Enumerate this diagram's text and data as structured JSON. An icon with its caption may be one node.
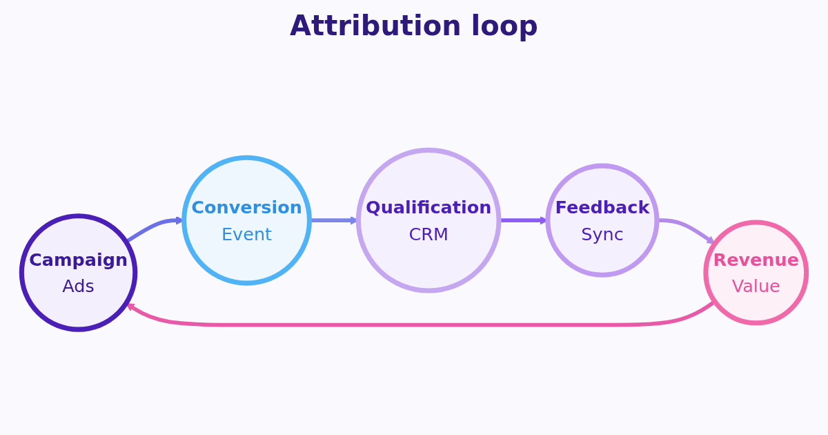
{
  "diagram": {
    "title": "Attribution loop",
    "nodes": [
      {
        "text": [
          "Campaign",
          "Ads"
        ]
      },
      {
        "text": [
          "Conversion",
          "Event"
        ]
      },
      {
        "text": [
          "Qualification",
          "CRM"
        ]
      },
      {
        "text": [
          "Feedback",
          "Sync"
        ]
      },
      {
        "text": [
          "Revenue",
          "Value"
        ]
      }
    ],
    "edges": [
      {
        "from": 0,
        "to": 1,
        "arrow": "to",
        "color": "#6b6fe8"
      },
      {
        "from": 1,
        "to": 2,
        "arrow": "to",
        "color": "#7b86ea"
      },
      {
        "from": 2,
        "to": 3,
        "arrow": "to",
        "color": "#8b5cf6"
      },
      {
        "from": 3,
        "to": 4,
        "arrow": "to",
        "color": "#b48ae8"
      },
      {
        "from": 4,
        "to": 0,
        "arrow": "to",
        "color": "#e85aa8"
      }
    ]
  }
}
